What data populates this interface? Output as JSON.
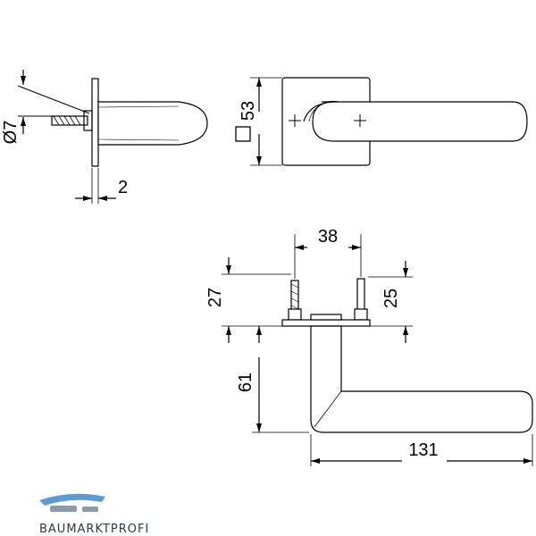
{
  "drawing": {
    "side_view": {
      "diameter_label": "Ø7",
      "rose_thickness_label": "2"
    },
    "front_view": {
      "rose_size_label": "53"
    },
    "top_view": {
      "pin_spacing_label": "38",
      "left_pin_length_label": "27",
      "right_pin_length_label": "25",
      "projection_label": "61",
      "lever_length_label": "131"
    }
  },
  "logo": {
    "text": "BAUMARKTPROFI",
    "color": "#5b9bd5"
  }
}
